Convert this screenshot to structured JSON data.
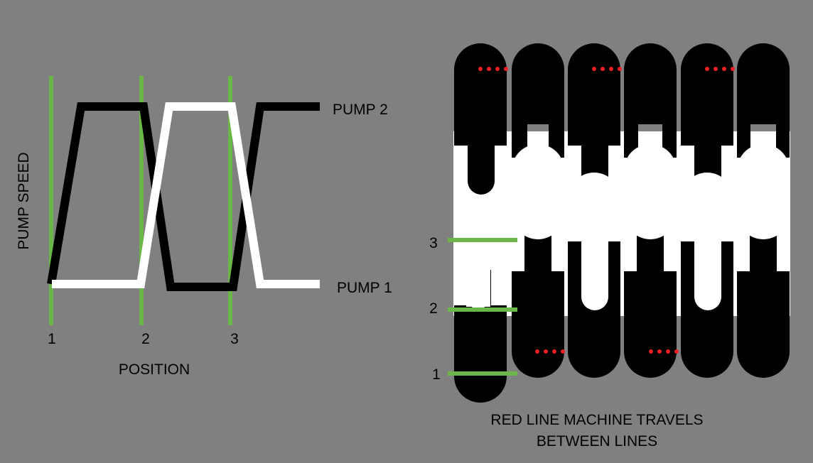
{
  "left_diagram": {
    "y_axis_label": "PUMP SPEED",
    "x_axis_label": "POSITION",
    "position_labels": [
      "1",
      "2",
      "3"
    ],
    "pump2_label": "PUMP 2",
    "pump1_label": "PUMP 1"
  },
  "right_diagram": {
    "line_labels": [
      "3",
      "2",
      "1"
    ],
    "caption_line1": "RED LINE MACHINE TRAVELS",
    "caption_line2": "BETWEEN LINES"
  },
  "colors": {
    "background": "#808080",
    "pump2": "#000000",
    "pump1": "#ffffff",
    "position_line": "#6ab648",
    "travel_dots": "#ee2222"
  }
}
